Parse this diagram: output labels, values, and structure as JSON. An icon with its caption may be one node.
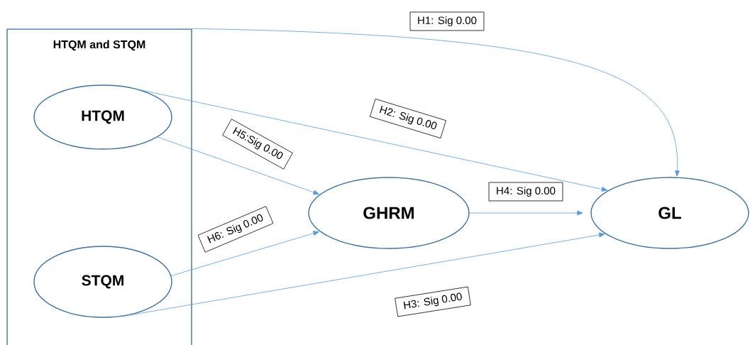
{
  "diagram": {
    "nodes": [
      {
        "text": [
          "HTQM and STQM"
        ]
      },
      {
        "text": [
          "HTQM"
        ],
        "in": 0
      },
      {
        "text": [
          "STQM"
        ],
        "in": 0
      },
      {
        "text": [
          "GHRM"
        ]
      },
      {
        "text": [
          "GL"
        ]
      }
    ],
    "edges": [
      {
        "from": 0,
        "to": 4,
        "arrow": "to",
        "label": "H1: Sig 0.00"
      },
      {
        "from": 1,
        "to": 4,
        "arrow": "to",
        "label": "H2: Sig 0.00"
      },
      {
        "from": 1,
        "to": 3,
        "arrow": "to",
        "label": "H5:Sig 0.00"
      },
      {
        "from": 2,
        "to": 3,
        "arrow": "to",
        "label": "H6: Sig 0.00"
      },
      {
        "from": 3,
        "to": 4,
        "arrow": "to",
        "label": "H4: Sig 0.00"
      },
      {
        "from": 2,
        "to": 4,
        "arrow": "to",
        "label": "H3: Sig 0.00"
      }
    ]
  }
}
